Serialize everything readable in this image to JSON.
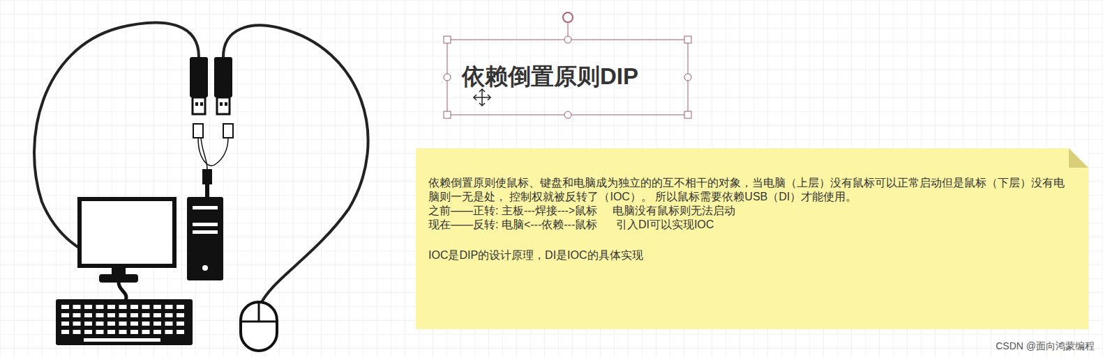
{
  "diagram": {
    "title": "依赖倒置原则DIP",
    "nodes": [
      {
        "text": [
          "依赖倒置原则使鼠标、键盘和电脑成为独立的的互不相干的对象，当电脑（上层）没有鼠标可以正常启动但是鼠标（下层）没有电脑则一无是处， 控制权就被反转了（IOC）。 所以鼠标需要依赖USB（DI）才能使用。",
          "之前——正转: 主板---焊接--->鼠标     电脑没有鼠标则无法启动",
          "现在——反转: 电脑<---依赖---鼠标      引入DI可以实现IOC",
          "IOC是DIP的设计原理，DI是IOC的具体实现"
        ]
      }
    ],
    "labels": [
      "CSDN @面向鸿蒙编程"
    ]
  }
}
